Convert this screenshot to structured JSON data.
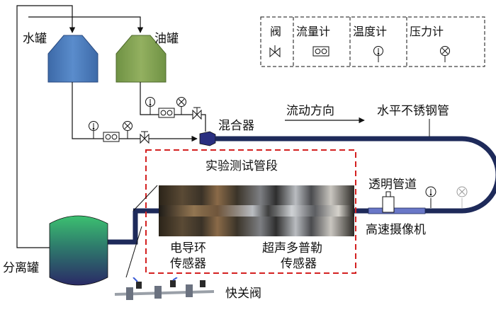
{
  "labels": {
    "water_tank": "水罐",
    "oil_tank": "油罐",
    "mixer": "混合器",
    "flow_direction": "流动方向",
    "horizontal_pipe": "水平不锈钢管",
    "test_section": "实验测试管段",
    "transparent_pipe": "透明管道",
    "high_speed_camera": "高速摄像机",
    "conductance_sensor_1": "电导环",
    "conductance_sensor_2": "传感器",
    "doppler_sensor_1": "超声多普勒",
    "doppler_sensor_2": "传感器",
    "separator": "分离罐",
    "quick_valve": "快关阀"
  },
  "legend": {
    "items": [
      {
        "label": "阀",
        "icon": "valve-icon"
      },
      {
        "label": "流量计",
        "icon": "flowmeter-icon"
      },
      {
        "label": "温度计",
        "icon": "thermometer-icon"
      },
      {
        "label": "压力计",
        "icon": "pressure-gauge-icon"
      }
    ]
  },
  "colors": {
    "water_tank": "#4a78b8",
    "oil_tank": "#7fa04e",
    "pipe": "#1e2a5a",
    "pipe_light": "#6a78c8",
    "test_box": "#d42020",
    "separator_top": "#35b070",
    "separator_bottom": "#2a2a66"
  }
}
